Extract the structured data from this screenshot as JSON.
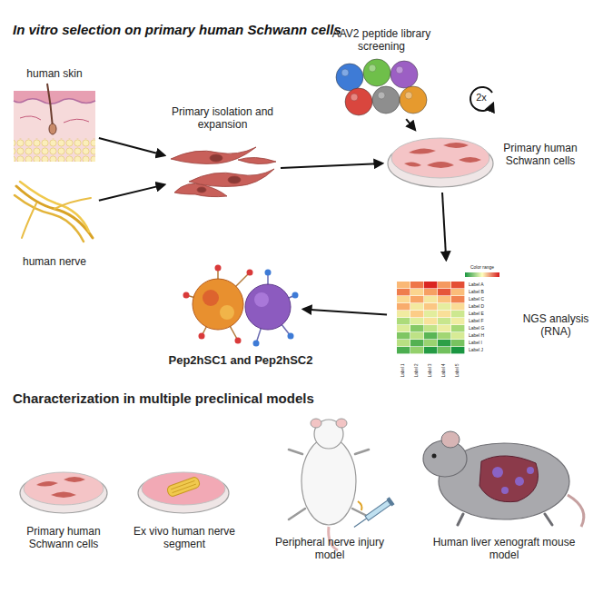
{
  "diagram": {
    "title": "In vitro selection on primary human Schwann cells",
    "nodes": [
      {
        "text": [
          "human skin"
        ]
      },
      {
        "text": [
          "human nerve"
        ]
      },
      {
        "text": [
          "Primary isolation and expansion"
        ]
      },
      {
        "text": [
          "AAV2 peptide library screening"
        ]
      },
      {
        "text": [
          "Primary human Schwann cells"
        ]
      },
      {
        "text": [
          "NGS analysis (RNA)"
        ]
      },
      {
        "text": [
          "Pep2hSC1 and Pep2hSC2"
        ]
      },
      {
        "text": [
          "Primary human Schwann cells"
        ]
      },
      {
        "text": [
          "Ex vivo human nerve segment"
        ]
      },
      {
        "text": [
          "Peripheral nerve injury model"
        ]
      },
      {
        "text": [
          "Human liver xenograft mouse model"
        ]
      }
    ],
    "edges": [
      {
        "from": 0,
        "to": 2,
        "arrow": "to"
      },
      {
        "from": 1,
        "to": 2,
        "arrow": "to"
      },
      {
        "from": 2,
        "to": 4,
        "arrow": "to"
      },
      {
        "from": 3,
        "to": 4,
        "arrow": "to"
      },
      {
        "from": 4,
        "to": 5,
        "arrow": "to"
      },
      {
        "from": 5,
        "to": 6,
        "arrow": "to"
      }
    ],
    "labels": [
      "2x",
      "Color range",
      "Label A",
      "Label B",
      "Label C",
      "Label D",
      "Label E",
      "Label F",
      "Label G",
      "Label H",
      "Label I",
      "Label J",
      "Label 1",
      "Label 2",
      "Label 3",
      "Label 4",
      "Label 5",
      "Characterization in multiple preclinical models"
    ]
  }
}
